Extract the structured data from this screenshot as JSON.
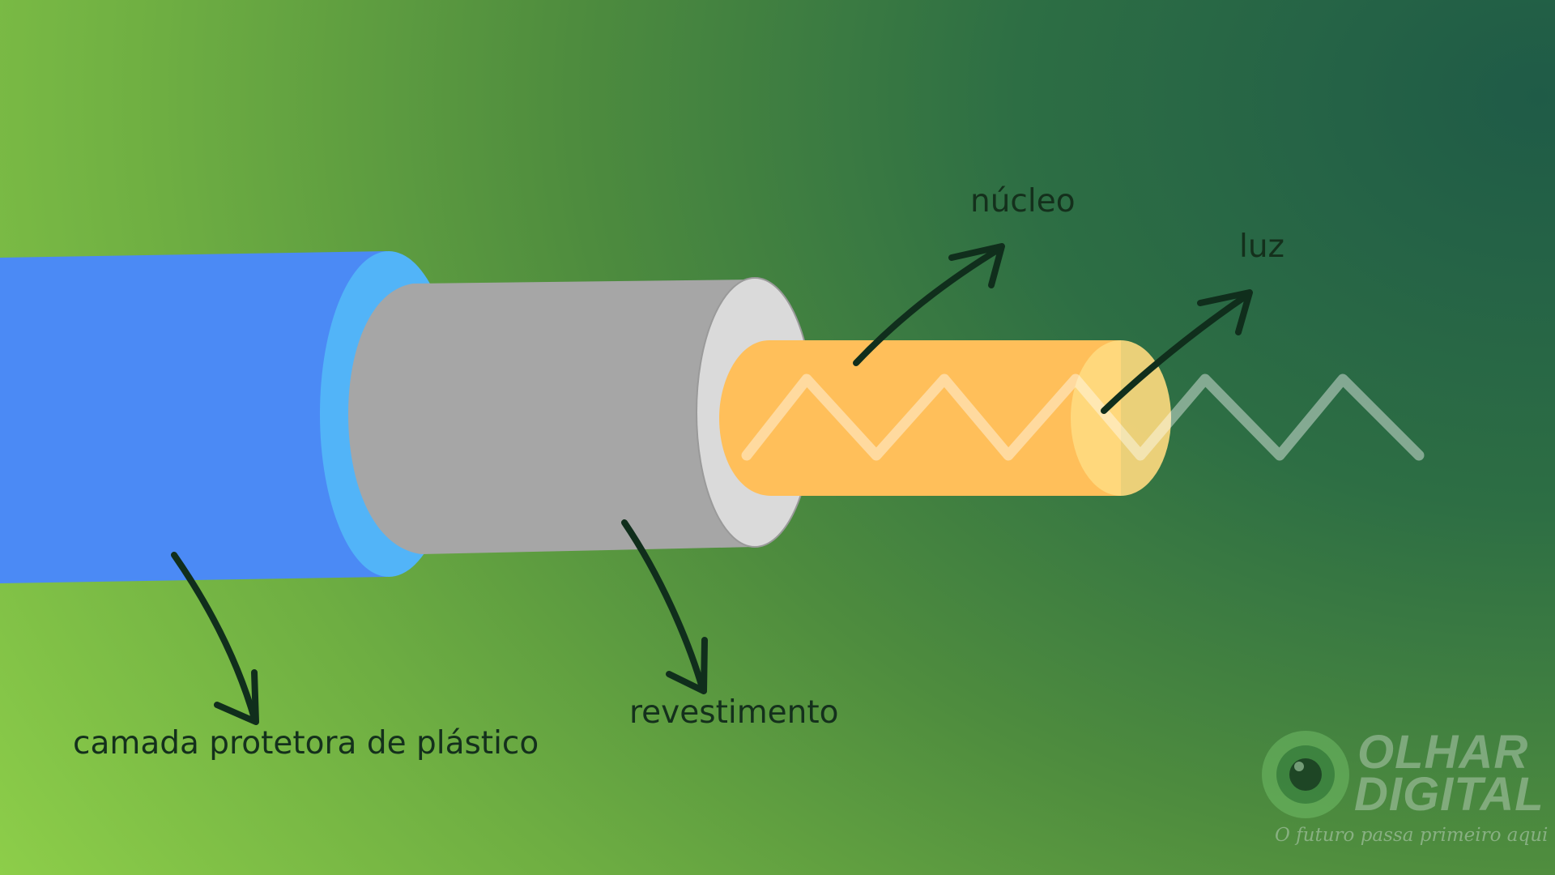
{
  "labels": {
    "core": "núcleo",
    "light": "luz",
    "cladding": "revestimento",
    "jacket": "camada protetora de plástico"
  },
  "logo": {
    "line1": "OLHAR",
    "line2": "DIGITAL",
    "tagline": "O futuro passa primeiro aqui"
  },
  "colors": {
    "jacket": "#4b8af5",
    "jacket_rim": "#52b4f8",
    "cladding": "#a6a6a6",
    "cladding_face": "#dadada",
    "core": "#ffbf5a",
    "core_face": "#ffda80",
    "arrow": "#102e1c"
  }
}
